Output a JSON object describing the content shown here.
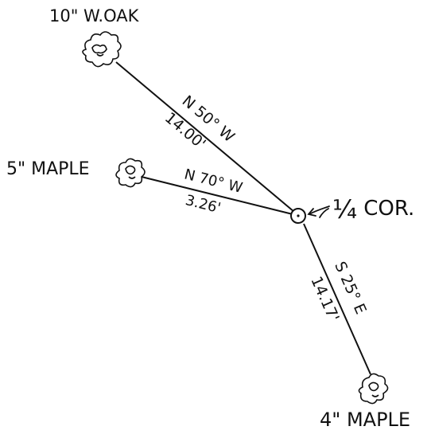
{
  "trees": {
    "oak": {
      "label": "10\" W.OAK"
    },
    "maple_west": {
      "label": "5\" MAPLE"
    },
    "maple_south": {
      "label": "4\" MAPLE"
    }
  },
  "corner": {
    "label": "1/4 COR.",
    "fraction": "¼",
    "suffix": "COR."
  },
  "ties": {
    "oak": {
      "bearing": "N 50° W",
      "distance": "14.00'"
    },
    "maple_west": {
      "bearing": "N 70° W",
      "distance": "3.26'"
    },
    "maple_south": {
      "bearing": "S 25° E",
      "distance": "14.17'"
    }
  },
  "colors": {
    "ink": "#111111",
    "paper": "#ffffff"
  }
}
